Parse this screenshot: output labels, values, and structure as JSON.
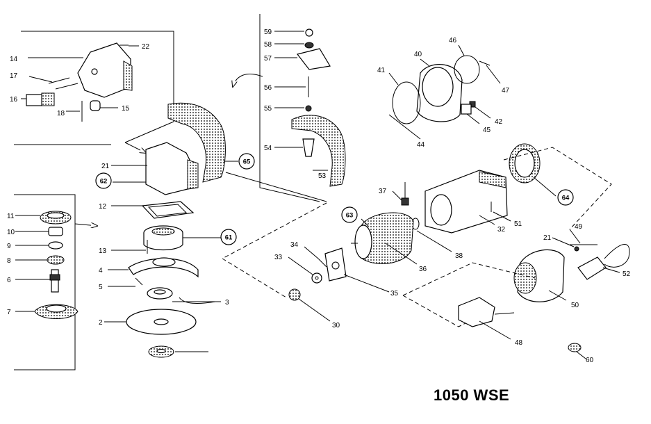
{
  "title": "1050 WSE",
  "labels": {
    "p2": "2",
    "p3": "3",
    "p4": "4",
    "p5": "5",
    "p6": "6",
    "p7": "7",
    "p8": "8",
    "p9": "9",
    "p10": "10",
    "p11": "11",
    "p12": "12",
    "p13": "13",
    "p14": "14",
    "p15": "15",
    "p16": "16",
    "p17": "17",
    "p18": "18",
    "p21a": "21",
    "p21b": "21",
    "p22": "22",
    "p30": "30",
    "p32": "32",
    "p33": "33",
    "p34": "34",
    "p35": "35",
    "p36": "36",
    "p37": "37",
    "p38": "38",
    "p40": "40",
    "p41": "41",
    "p42": "42",
    "p44": "44",
    "p45": "45",
    "p46": "46",
    "p47": "47",
    "p48": "48",
    "p49": "49",
    "p50": "50",
    "p51": "51",
    "p52": "52",
    "p53": "53",
    "p54": "54",
    "p55": "55",
    "p56": "56",
    "p57": "57",
    "p58": "58",
    "p59": "59",
    "p60": "60",
    "p61": "61",
    "p62": "62",
    "p63": "63",
    "p64": "64",
    "p65": "65"
  }
}
